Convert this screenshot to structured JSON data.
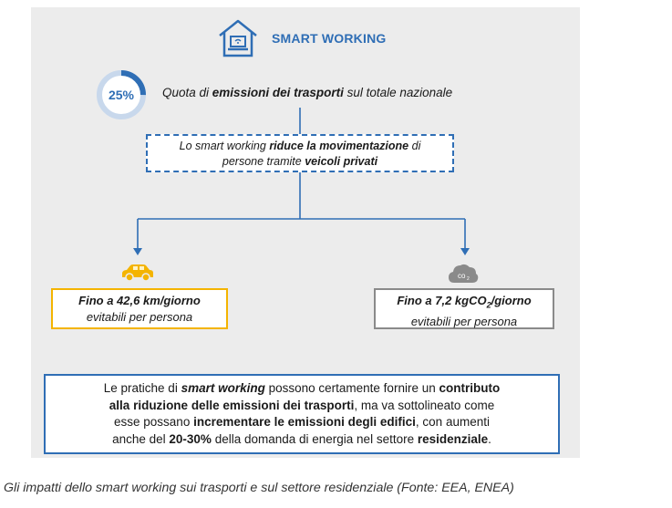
{
  "header": {
    "title": "SMART WORKING",
    "icon": "house-laptop-icon"
  },
  "quota": {
    "percent_label": "25%",
    "percent_value": 0.25,
    "text_before": "Quota di ",
    "text_bold": "emissioni dei trasporti",
    "text_after": " sul totale nazionale"
  },
  "middle_box": {
    "part1": "Lo smart working ",
    "bold1": "riduce la movimentazione",
    "part2": " di",
    "part3": "persone tramite ",
    "bold2": "veicoli privati"
  },
  "left_box": {
    "icon": "car-icon",
    "line1": "Fino a 42,6 km/giorno",
    "line2": "evitabili per persona",
    "color": "#f4b400"
  },
  "right_box": {
    "icon": "co2-cloud-icon",
    "line1_prefix": "Fino a 7,2 kgCO",
    "line1_sub": "2",
    "line1_suffix": "/giorno",
    "line2": "evitabili per persona",
    "color": "#8a8a8a"
  },
  "bottom_box": {
    "t1": "Le pratiche di ",
    "b1": "smart working",
    "t2": " possono certamente fornire un ",
    "b2": "contributo",
    "b3": "alla riduzione delle emissioni dei trasporti",
    "t3": ", ma va sottolineato come",
    "t4": "esse possano ",
    "b4": "incrementare le emissioni degli edifici",
    "t5": ", con aumenti",
    "t6": "anche del ",
    "b5": "20-30%",
    "t7": " della domanda di energia nel settore ",
    "b6": "residenziale",
    "t8": "."
  },
  "caption": "Gli impatti dello smart working sui trasporti e sul settore residenziale (Fonte: EEA, ENEA)",
  "colors": {
    "accent": "#2f6eb5",
    "panel": "#ececec",
    "yellow": "#f4b400",
    "gray": "#8a8a8a"
  }
}
